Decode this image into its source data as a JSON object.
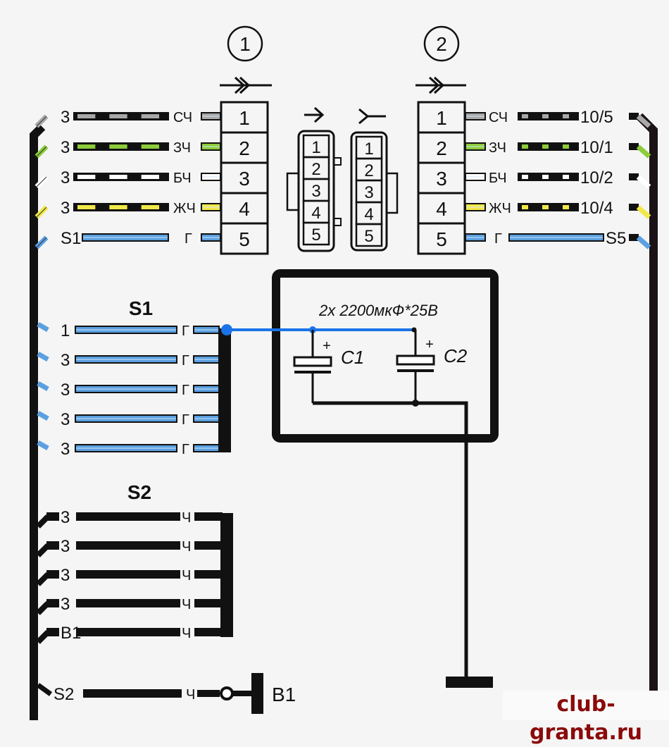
{
  "connectors": [
    {
      "id": "1",
      "pins": [
        "1",
        "2",
        "3",
        "4",
        "5"
      ]
    },
    {
      "id": "2",
      "pins": [
        "1",
        "2",
        "3",
        "4",
        "5"
      ]
    }
  ],
  "connector_views": {
    "male_pins": [
      "1",
      "2",
      "3",
      "4",
      "5"
    ],
    "female_pins": [
      "1",
      "2",
      "3",
      "4",
      "5"
    ]
  },
  "left_wires": [
    {
      "from": "3",
      "to": "СЧ",
      "color": "#a8a8a8"
    },
    {
      "from": "3",
      "to": "ЗЧ",
      "color": "#8ccc3a"
    },
    {
      "from": "3",
      "to": "БЧ",
      "color": "#ffffff"
    },
    {
      "from": "3",
      "to": "ЖЧ",
      "color": "#f1e84a"
    },
    {
      "from": "S1",
      "to": "Г",
      "color": "#5ba0e0"
    }
  ],
  "right_wires": [
    {
      "from": "СЧ",
      "to": "10/5",
      "color": "#a8a8a8"
    },
    {
      "from": "ЗЧ",
      "to": "10/1",
      "color": "#8ccc3a"
    },
    {
      "from": "БЧ",
      "to": "10/2",
      "color": "#ffffff"
    },
    {
      "from": "ЖЧ",
      "to": "10/4",
      "color": "#f1e84a"
    },
    {
      "from": "Г",
      "to": "S5",
      "color": "#5ba0e0"
    }
  ],
  "splice_s1": {
    "title": "S1",
    "wires": [
      {
        "from": "1",
        "to": "Г"
      },
      {
        "from": "3",
        "to": "Г"
      },
      {
        "from": "3",
        "to": "Г"
      },
      {
        "from": "3",
        "to": "Г"
      },
      {
        "from": "3",
        "to": "Г"
      }
    ],
    "color": "#5ba0e0"
  },
  "splice_s2": {
    "title": "S2",
    "wires": [
      {
        "from": "3",
        "to": "Ч"
      },
      {
        "from": "3",
        "to": "Ч"
      },
      {
        "from": "3",
        "to": "Ч"
      },
      {
        "from": "3",
        "to": "Ч"
      },
      {
        "from": "B1",
        "to": "Ч"
      }
    ]
  },
  "ground_wire": {
    "from": "S2",
    "to": "Ч",
    "ground_label": "B1"
  },
  "capacitor_block": {
    "spec": "2х 2200мкФ*25В",
    "caps": [
      {
        "label": "C1",
        "polarity": "+"
      },
      {
        "label": "C2",
        "polarity": "+"
      }
    ],
    "feed_color": "#1a73e8"
  },
  "watermark": "club-granta.ru"
}
